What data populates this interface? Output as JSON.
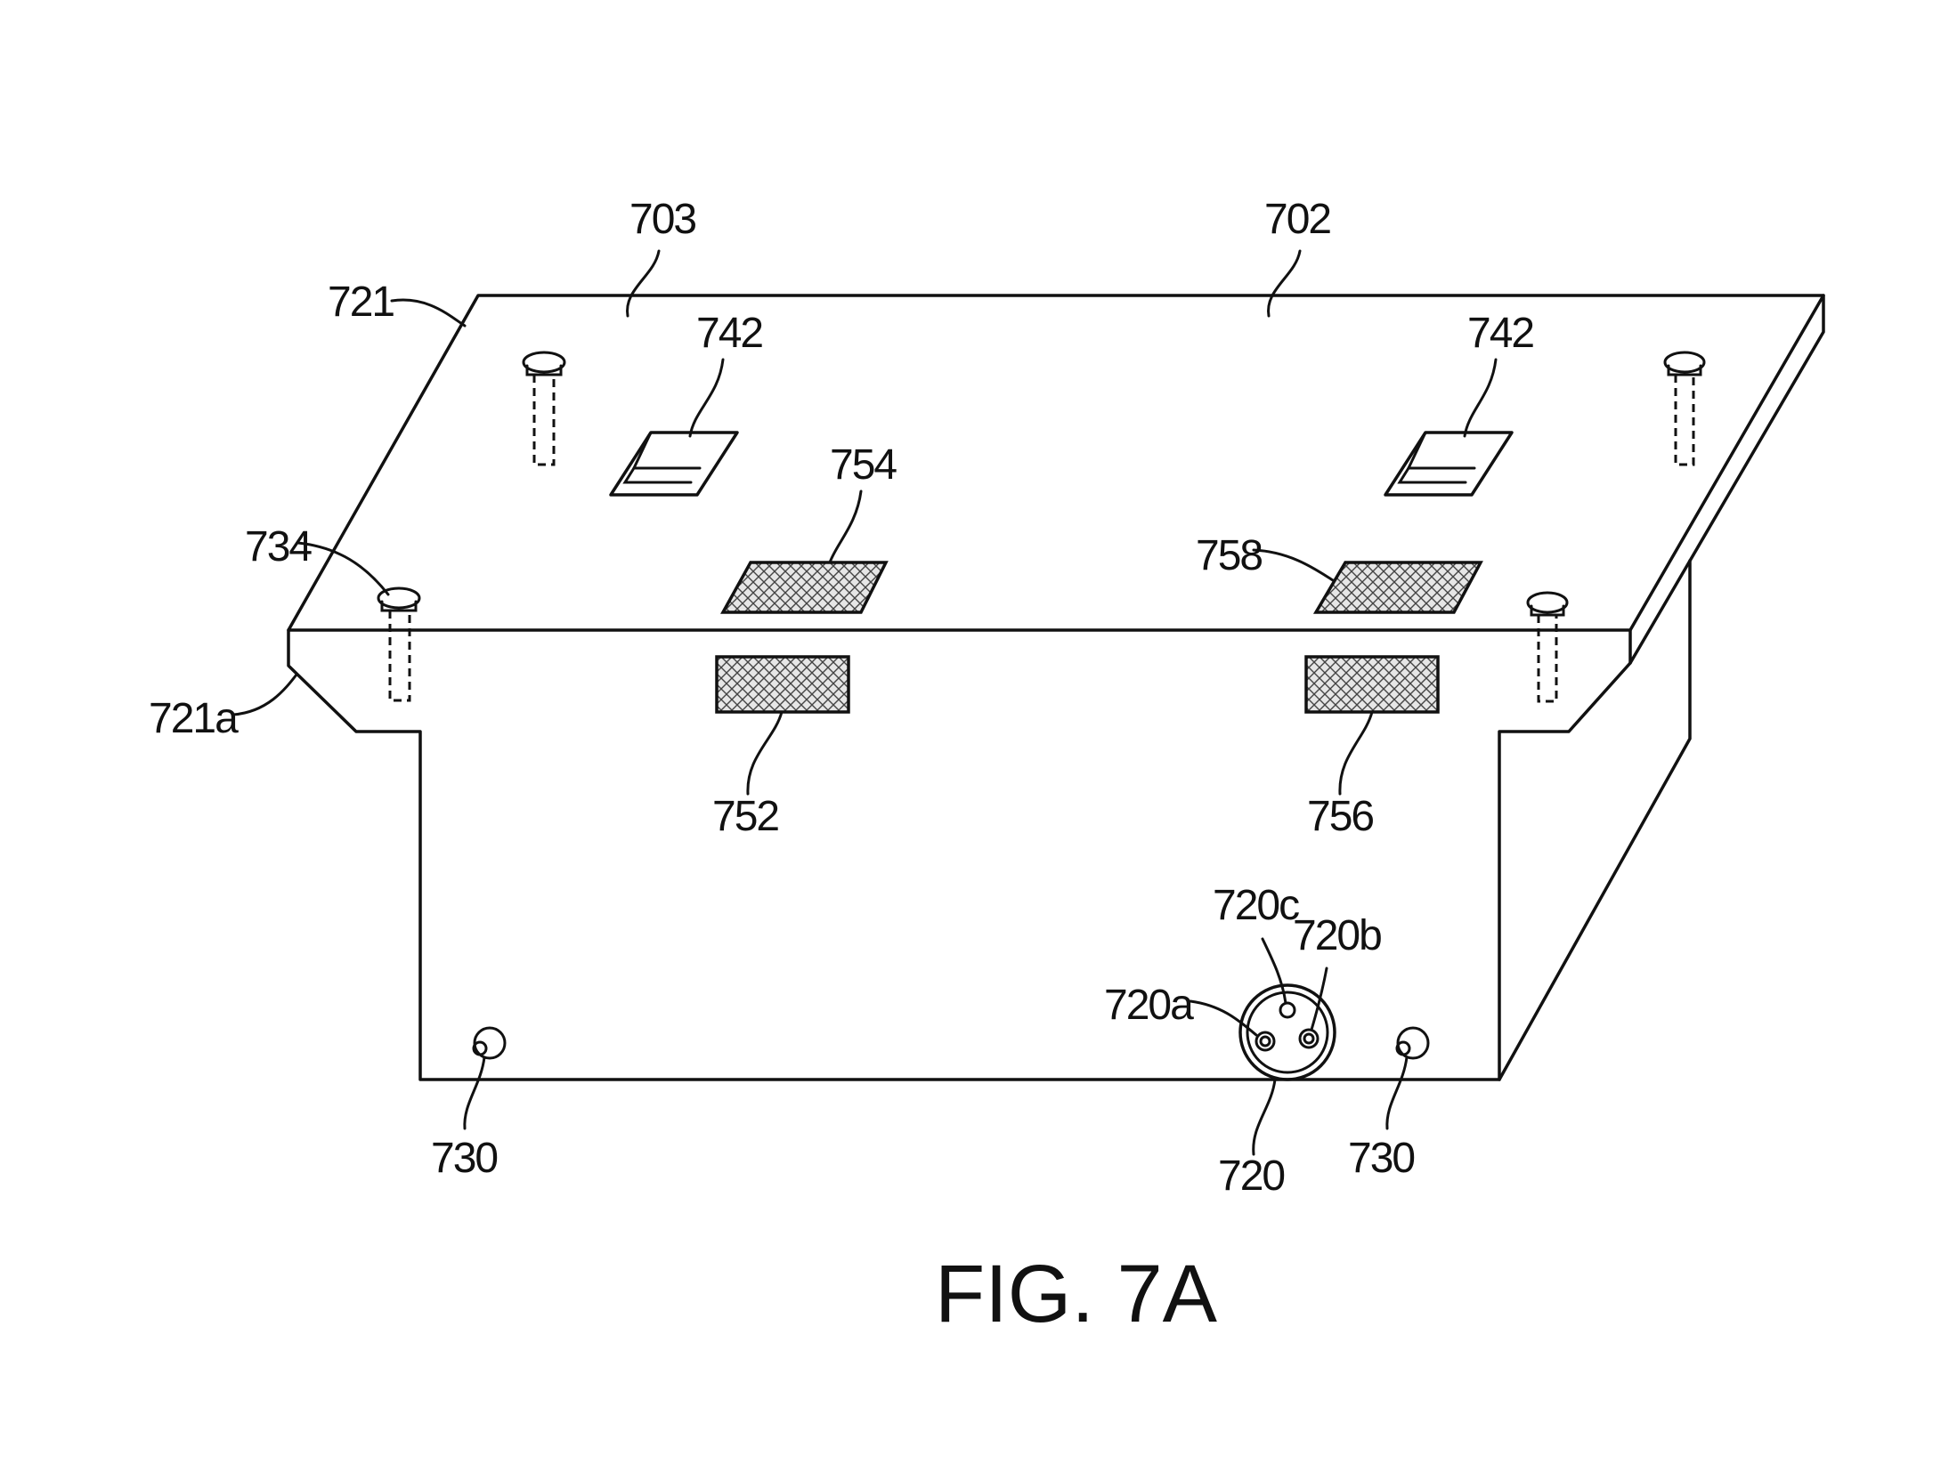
{
  "figure": {
    "caption": "FIG. 7A",
    "labels": {
      "l702": "702",
      "l703": "703",
      "l721": "721",
      "l721a": "721a",
      "l734": "734",
      "l742_left": "742",
      "l742_right": "742",
      "l752": "752",
      "l754": "754",
      "l756": "756",
      "l758": "758",
      "l720": "720",
      "l720a": "720a",
      "l720b": "720b",
      "l720c": "720c",
      "l730_left": "730",
      "l730_right": "730"
    }
  }
}
